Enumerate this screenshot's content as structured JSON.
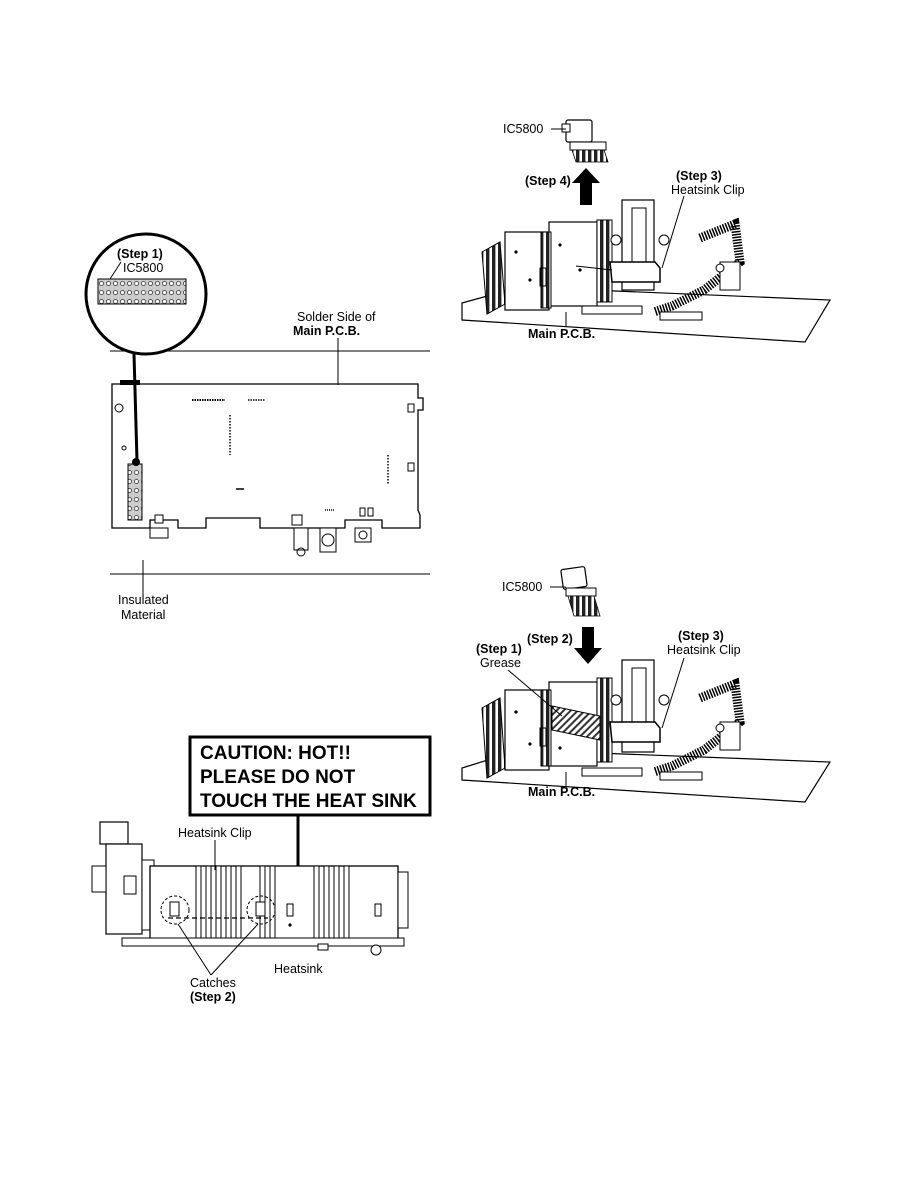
{
  "fig1": {
    "callout_step": "(Step 1)",
    "callout_ic": "IC5800",
    "solder_line1": "Solder Side of",
    "solder_line2": "Main P.C.B.",
    "insulated_line1": "Insulated",
    "insulated_line2": "Material"
  },
  "fig2": {
    "ic": "IC5800",
    "step4": "(Step 4)",
    "step3": "(Step 3)",
    "clip": "Heatsink Clip",
    "main_pcb": "Main P.C.B."
  },
  "fig3": {
    "caution_line1": "CAUTION: HOT!!",
    "caution_line2": "PLEASE DO NOT",
    "caution_line3": "TOUCH THE HEAT SINK",
    "clip": "Heatsink Clip",
    "catches": "Catches",
    "step2": "(Step 2)",
    "heatsink": "Heatsink"
  },
  "fig4": {
    "ic": "IC5800",
    "step1": "(Step 1)",
    "grease": "Grease",
    "step2": "(Step 2)",
    "step3": "(Step 3)",
    "clip": "Heatsink Clip",
    "main_pcb": "Main P.C.B."
  }
}
